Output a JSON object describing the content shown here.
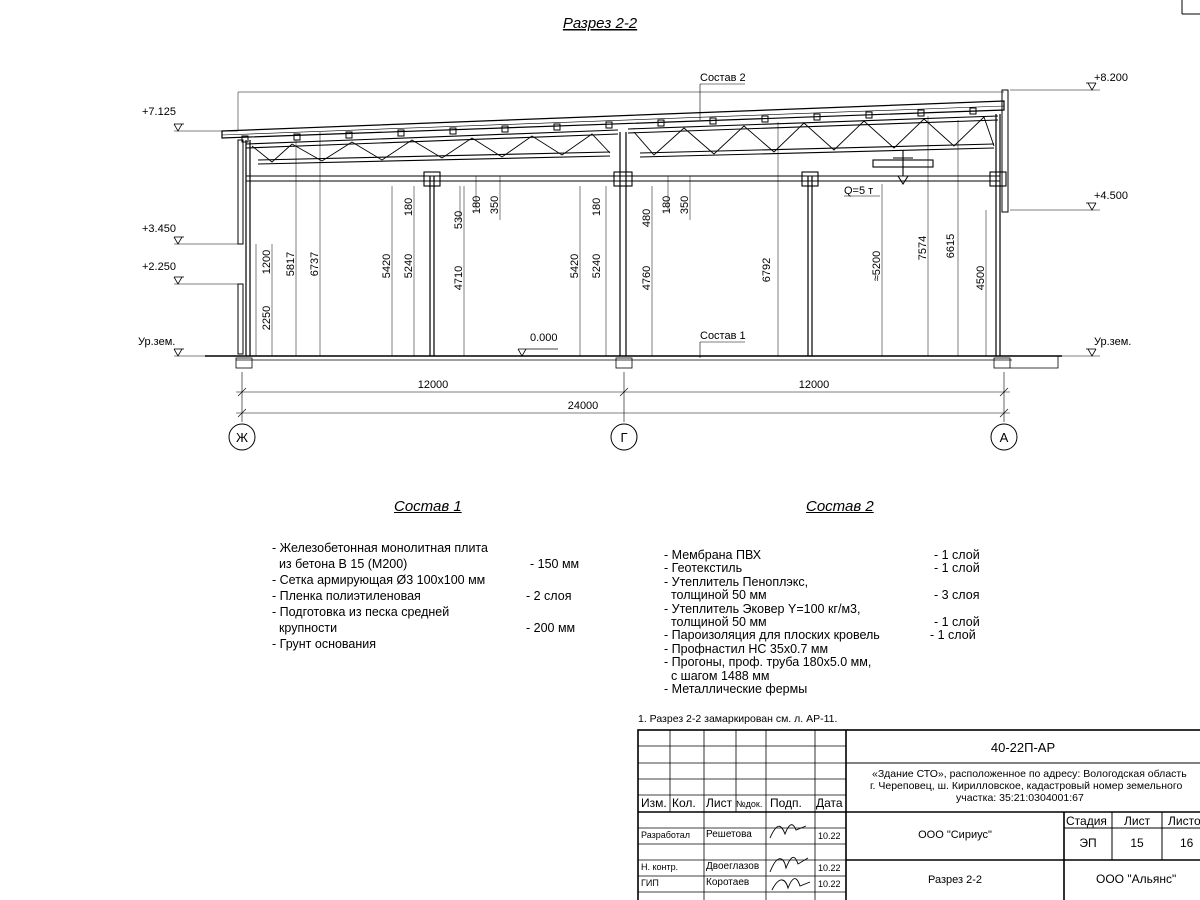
{
  "drawing": {
    "title": "Разрез 2-2",
    "labels": {
      "sostav2": "Состав 2",
      "sostav1": "Состав 1",
      "crane": "Q=5 т",
      "zero": "0.000",
      "ground_left": "Ур.зем.",
      "ground_right": "Ур.зем."
    },
    "levels": {
      "l7125": "+7.125",
      "l3450": "+3.450",
      "l2250": "+2.250",
      "l8200": "+8.200",
      "l4500": "+4.500"
    },
    "dims": {
      "d12000a": "12000",
      "d12000b": "12000",
      "d24000": "24000",
      "v1200": "1200",
      "v2250": "2250",
      "v5817": "5817",
      "v6737": "6737",
      "v5420a": "5420",
      "v5240a": "5240",
      "v180a": "180",
      "v4710": "4710",
      "v530": "530",
      "v180b": "180",
      "v350a": "350",
      "v5420b": "5420",
      "v5240b": "5240",
      "v180c": "180",
      "v4760": "4760",
      "v480": "480",
      "v180d": "180",
      "v350b": "350",
      "v6792": "6792",
      "v5200": "≈5200",
      "v7574": "7574",
      "v6615": "6615",
      "v4500": "4500"
    },
    "axes": {
      "a1": "Ж",
      "a2": "Г",
      "a3": "А"
    }
  },
  "sostav1": {
    "title": "Состав 1",
    "items": [
      {
        "text": "- Железобетонная  монолитная плита",
        "value": ""
      },
      {
        "text": "  из бетона В 15 (М200)",
        "value": "- 150 мм"
      },
      {
        "text": "- Сетка армирующая Ø3 100х100 мм",
        "value": ""
      },
      {
        "text": "- Пленка полиэтиленовая",
        "value": "-  2 слоя"
      },
      {
        "text": "- Подготовка из песка средней",
        "value": ""
      },
      {
        "text": "  крупности",
        "value": "- 200 мм"
      },
      {
        "text": "- Грунт основания",
        "value": ""
      }
    ]
  },
  "sostav2": {
    "title": "Состав 2",
    "items": [
      {
        "text": "- Мембрана ПВХ",
        "value": "- 1 слой"
      },
      {
        "text": "- Геотекстиль",
        "value": "- 1 слой"
      },
      {
        "text": "- Утеплитель Пеноплэкс,",
        "value": ""
      },
      {
        "text": "  толщиной 50 мм",
        "value": "- 3 слоя"
      },
      {
        "text": "- Утеплитель Эковер Y=100 кг/м3,",
        "value": ""
      },
      {
        "text": "  толщиной 50 мм",
        "value": "- 1 слой"
      },
      {
        "text": "- Пароизоляция для плоских кровель",
        "value": "- 1 слой"
      },
      {
        "text": "- Профнастил НС 35х0.7 мм",
        "value": ""
      },
      {
        "text": "- Прогоны, проф. труба 180х5.0 мм,",
        "value": ""
      },
      {
        "text": "  с шагом 1488 мм",
        "value": ""
      },
      {
        "text": "- Металлические фермы",
        "value": ""
      }
    ]
  },
  "note": "1. Разрез 2-2 замаркирован см. л. АР-11.",
  "stamp": {
    "code": "40-22П-АР",
    "object_line1": "«Здание СТО», расположенное по адресу: Вологодская область",
    "object_line2": "г. Череповец, ш. Кирилловское, кадастровый номер земельного",
    "object_line3": "участка: 35:21:0304001:67",
    "headers": {
      "izm": "Изм.",
      "kol": "Кол.",
      "list": "Лист",
      "ndok": "№док.",
      "podp": "Подп.",
      "data": "Дата"
    },
    "rows": [
      {
        "role": "Разработал",
        "name": "Решетова",
        "date": "10.22"
      },
      {
        "role": "Н. контр.",
        "name": "Двоеглазов",
        "date": "10.22"
      },
      {
        "role": "ГИП",
        "name": "Коротаев",
        "date": "10.22"
      }
    ],
    "org1": "ООО \"Сириус\"",
    "stage_header": "Стадия",
    "sheet_header": "Лист",
    "sheets_header": "Листов",
    "stage": "ЭП",
    "sheet": "15",
    "sheets": "16",
    "sheet_title": "Разрез 2-2",
    "org2": "ООО \"Альянс\""
  }
}
